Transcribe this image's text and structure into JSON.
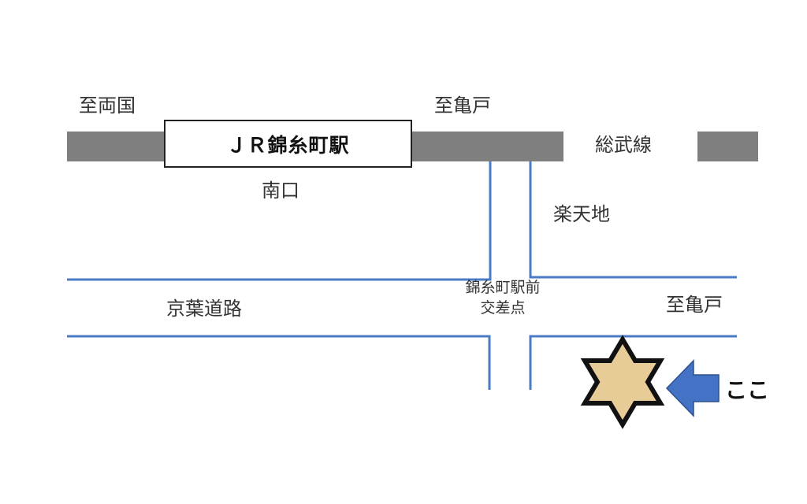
{
  "map": {
    "station_name": "ＪＲ錦糸町駅",
    "labels": {
      "to_ryogoku": "至両国",
      "to_kameido_top": "至亀戸",
      "sobu_line": "総武線",
      "south_exit": "南口",
      "rakutenchi": "楽天地",
      "keiyo_road": "京葉道路",
      "intersection_line1": "錦糸町駅前",
      "intersection_line2": "交差点",
      "to_kameido_road": "至亀戸"
    },
    "marker_label": "ここ",
    "colors": {
      "rail": "#7f7f7f",
      "road": "#4a7bc4",
      "arrow": "#4472c4",
      "star": "#e8cc98"
    }
  }
}
